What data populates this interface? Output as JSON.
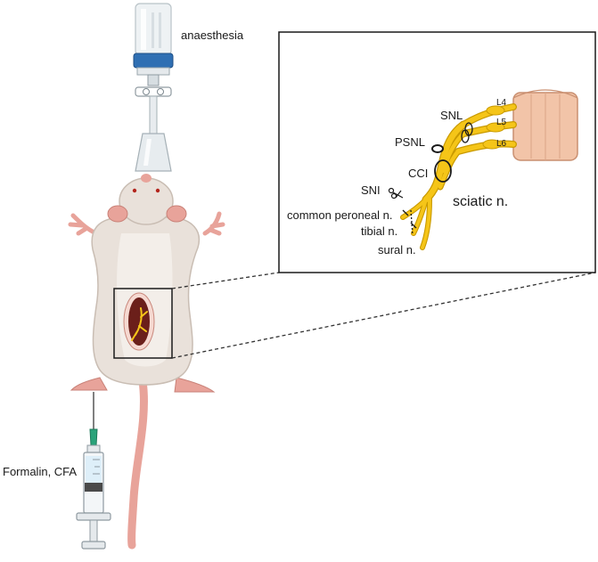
{
  "labels": {
    "anaesthesia": "anaesthesia",
    "injection": "Formalin, CFA"
  },
  "inset": {
    "levels": [
      "L4",
      "L5",
      "L6"
    ],
    "models": {
      "snl": "SNL",
      "psnl": "PSNL",
      "cci": "CCI",
      "sni": "SNI"
    },
    "nerves": {
      "sciatic": "sciatic n.",
      "common_peroneal": "common peroneal n.",
      "tibial": "tibial n.",
      "sural": "sural n."
    }
  },
  "colors": {
    "nerve": "#f5c518",
    "nerve_outline": "#c99a00",
    "spinal_cord": "#f2c4a8",
    "rat_body": "#e9e1da",
    "rat_skin": "#e8a39a",
    "wound": "#6b1f1a",
    "cap_blue": "#2f6fb3",
    "needle_green": "#2aa37a"
  }
}
